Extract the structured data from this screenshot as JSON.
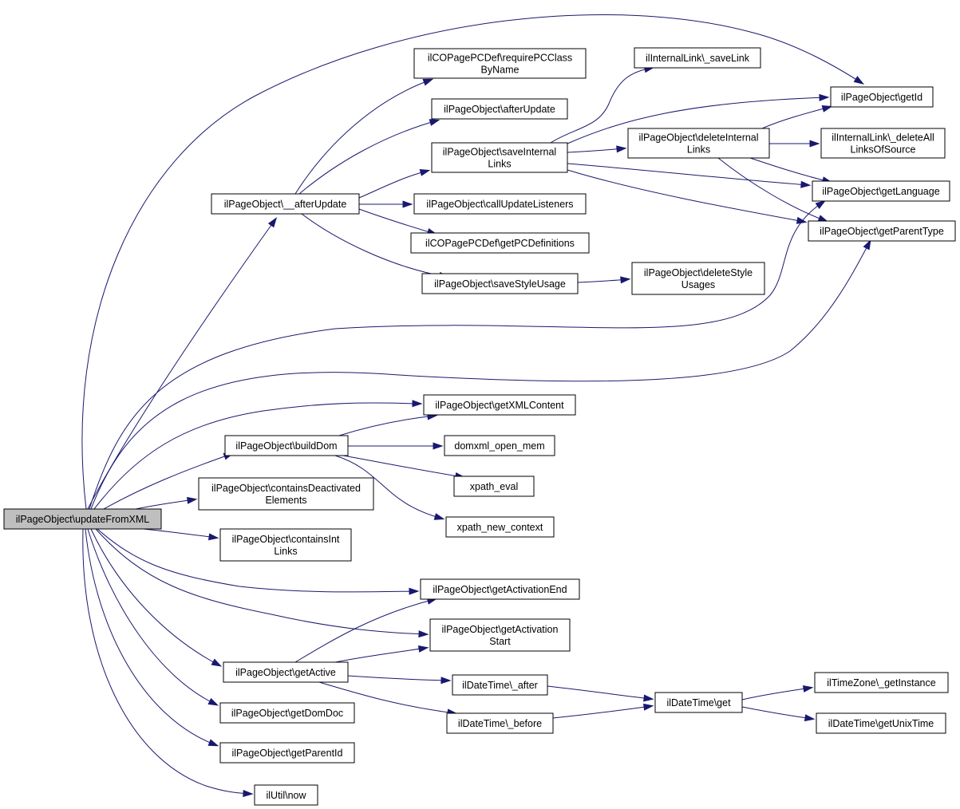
{
  "diagram": {
    "type": "call-graph",
    "nodes": [
      {
        "id": "updateFromXML",
        "lines": [
          "ilPageObject\\updateFromXML"
        ],
        "highlighted": true
      },
      {
        "id": "afterUpdate2",
        "lines": [
          "ilPageObject\\__afterUpdate"
        ]
      },
      {
        "id": "requirePC",
        "lines": [
          "ilCOPagePCDef\\requirePCClass",
          "ByName"
        ]
      },
      {
        "id": "afterUpdate",
        "lines": [
          "ilPageObject\\afterUpdate"
        ]
      },
      {
        "id": "saveInternal",
        "lines": [
          "ilPageObject\\saveInternal",
          "Links"
        ]
      },
      {
        "id": "callUpdate",
        "lines": [
          "ilPageObject\\callUpdateListeners"
        ]
      },
      {
        "id": "getPCDef",
        "lines": [
          "ilCOPagePCDef\\getPCDefinitions"
        ]
      },
      {
        "id": "saveStyle",
        "lines": [
          "ilPageObject\\saveStyleUsage"
        ]
      },
      {
        "id": "saveLink",
        "lines": [
          "ilInternalLink\\_saveLink"
        ]
      },
      {
        "id": "deleteInternal",
        "lines": [
          "ilPageObject\\deleteInternal",
          "Links"
        ]
      },
      {
        "id": "deleteStyle",
        "lines": [
          "ilPageObject\\deleteStyle",
          "Usages"
        ]
      },
      {
        "id": "getId",
        "lines": [
          "ilPageObject\\getId"
        ]
      },
      {
        "id": "deleteAll",
        "lines": [
          "ilInternalLink\\_deleteAll",
          "LinksOfSource"
        ]
      },
      {
        "id": "getLanguage",
        "lines": [
          "ilPageObject\\getLanguage"
        ]
      },
      {
        "id": "getParentType",
        "lines": [
          "ilPageObject\\getParentType"
        ]
      },
      {
        "id": "getXML",
        "lines": [
          "ilPageObject\\getXMLContent"
        ]
      },
      {
        "id": "buildDom",
        "lines": [
          "ilPageObject\\buildDom"
        ]
      },
      {
        "id": "domxml",
        "lines": [
          "domxml_open_mem"
        ]
      },
      {
        "id": "xpathEval",
        "lines": [
          "xpath_eval"
        ]
      },
      {
        "id": "xpathNew",
        "lines": [
          "xpath_new_context"
        ]
      },
      {
        "id": "containsDeact",
        "lines": [
          "ilPageObject\\containsDeactivated",
          "Elements"
        ]
      },
      {
        "id": "containsInt",
        "lines": [
          "ilPageObject\\containsInt",
          "Links"
        ]
      },
      {
        "id": "getActEnd",
        "lines": [
          "ilPageObject\\getActivationEnd"
        ]
      },
      {
        "id": "getActStart",
        "lines": [
          "ilPageObject\\getActivation",
          "Start"
        ]
      },
      {
        "id": "getActive",
        "lines": [
          "ilPageObject\\getActive"
        ]
      },
      {
        "id": "dtAfter",
        "lines": [
          "ilDateTime\\_after"
        ]
      },
      {
        "id": "dtBefore",
        "lines": [
          "ilDateTime\\_before"
        ]
      },
      {
        "id": "dtGet",
        "lines": [
          "ilDateTime\\get"
        ]
      },
      {
        "id": "tzGet",
        "lines": [
          "ilTimeZone\\_getInstance"
        ]
      },
      {
        "id": "getUnix",
        "lines": [
          "ilDateTime\\getUnixTime"
        ]
      },
      {
        "id": "getDomDoc",
        "lines": [
          "ilPageObject\\getDomDoc"
        ]
      },
      {
        "id": "getParentId",
        "lines": [
          "ilPageObject\\getParentId"
        ]
      },
      {
        "id": "now",
        "lines": [
          "ilUtil\\now"
        ]
      }
    ],
    "edges": [
      {
        "from": "updateFromXML",
        "to": "afterUpdate2"
      },
      {
        "from": "updateFromXML",
        "to": "getId"
      },
      {
        "from": "updateFromXML",
        "to": "getLanguage"
      },
      {
        "from": "updateFromXML",
        "to": "getParentType"
      },
      {
        "from": "updateFromXML",
        "to": "getXML"
      },
      {
        "from": "updateFromXML",
        "to": "buildDom"
      },
      {
        "from": "updateFromXML",
        "to": "containsDeact"
      },
      {
        "from": "updateFromXML",
        "to": "containsInt"
      },
      {
        "from": "updateFromXML",
        "to": "getActEnd"
      },
      {
        "from": "updateFromXML",
        "to": "getActStart"
      },
      {
        "from": "updateFromXML",
        "to": "getActive"
      },
      {
        "from": "updateFromXML",
        "to": "getDomDoc"
      },
      {
        "from": "updateFromXML",
        "to": "getParentId"
      },
      {
        "from": "updateFromXML",
        "to": "now"
      },
      {
        "from": "afterUpdate2",
        "to": "requirePC"
      },
      {
        "from": "afterUpdate2",
        "to": "afterUpdate"
      },
      {
        "from": "afterUpdate2",
        "to": "saveInternal"
      },
      {
        "from": "afterUpdate2",
        "to": "callUpdate"
      },
      {
        "from": "afterUpdate2",
        "to": "getPCDef"
      },
      {
        "from": "afterUpdate2",
        "to": "saveStyle"
      },
      {
        "from": "saveInternal",
        "to": "saveLink"
      },
      {
        "from": "saveInternal",
        "to": "getId"
      },
      {
        "from": "saveInternal",
        "to": "deleteInternal"
      },
      {
        "from": "saveInternal",
        "to": "getLanguage"
      },
      {
        "from": "saveInternal",
        "to": "getParentType"
      },
      {
        "from": "deleteInternal",
        "to": "getId"
      },
      {
        "from": "deleteInternal",
        "to": "deleteAll"
      },
      {
        "from": "deleteInternal",
        "to": "getLanguage"
      },
      {
        "from": "deleteInternal",
        "to": "getParentType"
      },
      {
        "from": "saveStyle",
        "to": "deleteStyle"
      },
      {
        "from": "buildDom",
        "to": "getXML"
      },
      {
        "from": "buildDom",
        "to": "domxml"
      },
      {
        "from": "buildDom",
        "to": "xpathEval"
      },
      {
        "from": "buildDom",
        "to": "xpathNew"
      },
      {
        "from": "getActive",
        "to": "getActEnd"
      },
      {
        "from": "getActive",
        "to": "getActStart"
      },
      {
        "from": "getActive",
        "to": "dtAfter"
      },
      {
        "from": "getActive",
        "to": "dtBefore"
      },
      {
        "from": "dtAfter",
        "to": "dtGet"
      },
      {
        "from": "dtBefore",
        "to": "dtGet"
      },
      {
        "from": "dtGet",
        "to": "tzGet"
      },
      {
        "from": "dtGet",
        "to": "getUnix"
      }
    ]
  }
}
